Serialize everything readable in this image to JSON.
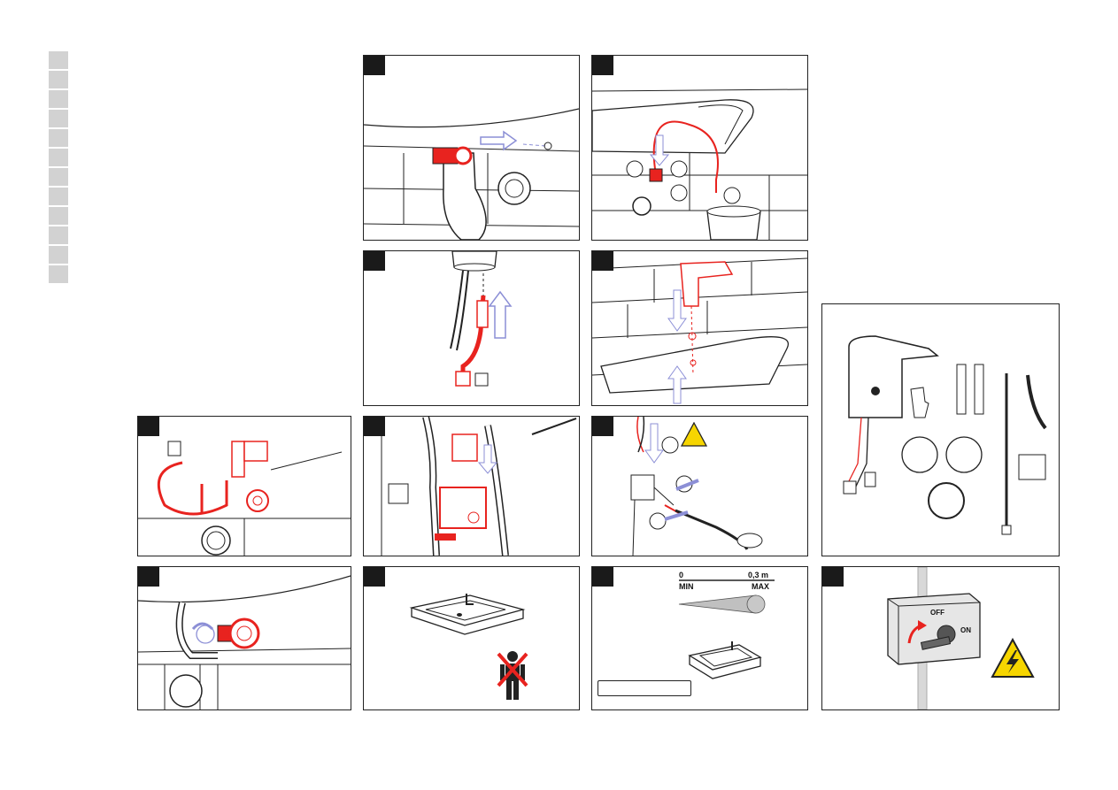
{
  "side_tabs": {
    "count": 12,
    "color": "#d2d2d2"
  },
  "colors": {
    "accent": "#e8231f",
    "line": "#222222",
    "arrow": "#8c8fd6",
    "warning": "#f6d500"
  },
  "steps": [
    {
      "id": "shutoff-valve"
    },
    {
      "id": "flush-pipe"
    },
    {
      "id": "hose-connect"
    },
    {
      "id": "mount-faucet"
    },
    {
      "id": "inlet-hose"
    },
    {
      "id": "solenoid"
    },
    {
      "id": "wiring",
      "warning_icon": "warning-triangle-icon"
    },
    {
      "id": "open-valve"
    },
    {
      "id": "no-person",
      "icon": "person-crossed-icon"
    },
    {
      "id": "sensor-range"
    },
    {
      "id": "power-on",
      "warning_icon": "high-voltage-icon"
    }
  ],
  "sensor_range": {
    "scale_start": "0",
    "scale_end": "0,3 m",
    "min_label": "MIN",
    "max_label": "MAX"
  },
  "switch": {
    "off_label": "OFF",
    "on_label": "ON"
  },
  "package_contents": [
    "faucet",
    "filter",
    "connectors",
    "clips",
    "hose",
    "solenoid-valve",
    "o-ring"
  ]
}
